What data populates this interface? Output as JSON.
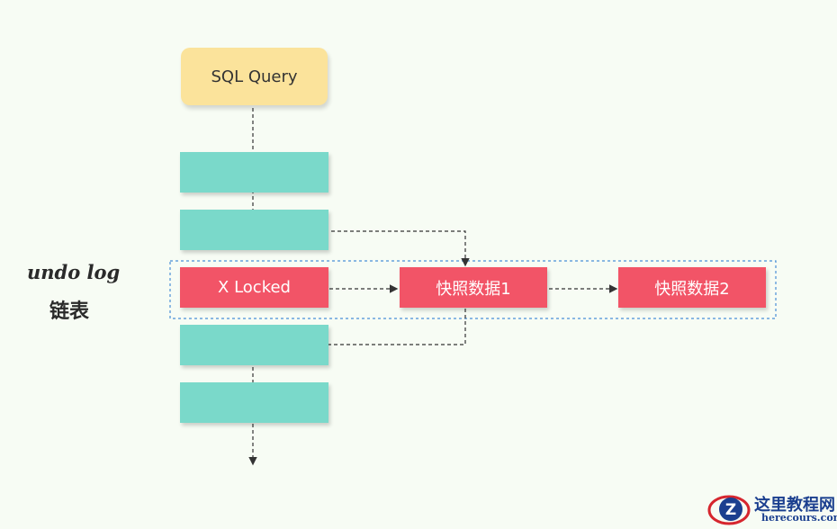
{
  "nodes": {
    "query": "SQL Query",
    "locked": "X Locked",
    "snapshot1": "快照数据1",
    "snapshot2": "快照数据2"
  },
  "side_label": {
    "line1": "undo log",
    "line2": "链表"
  },
  "watermark": {
    "title": "这里教程网",
    "url": "herecours.com"
  },
  "colors": {
    "background": "#f7fcf4",
    "query_box": "#fbe39b",
    "row_box": "#7ad9ca",
    "record_box": "#f25467",
    "group_border": "#4a8fd6",
    "arrow": "#333333"
  }
}
